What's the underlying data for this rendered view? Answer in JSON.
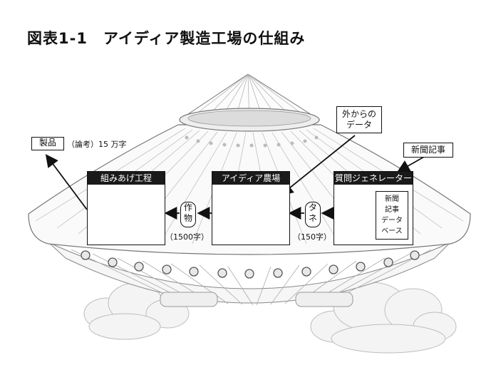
{
  "title": "図表1-1　アイディア製造工場の仕組み",
  "boxes": {
    "assembly": "組みあげ工程",
    "farm": "アイディア農場",
    "generator": "質問ジェネレーター"
  },
  "database": [
    "新聞",
    "記事",
    "データ",
    "ベース"
  ],
  "external_data": [
    "外からの",
    "データ"
  ],
  "newspaper": "新聞記事",
  "product": {
    "label": "製品",
    "note": "（論考）15 万字"
  },
  "crop": {
    "chars": [
      "作",
      "物"
    ],
    "count": "（1500字）"
  },
  "seed": {
    "chars": [
      "タ",
      "ネ"
    ],
    "count": "（150字）"
  }
}
